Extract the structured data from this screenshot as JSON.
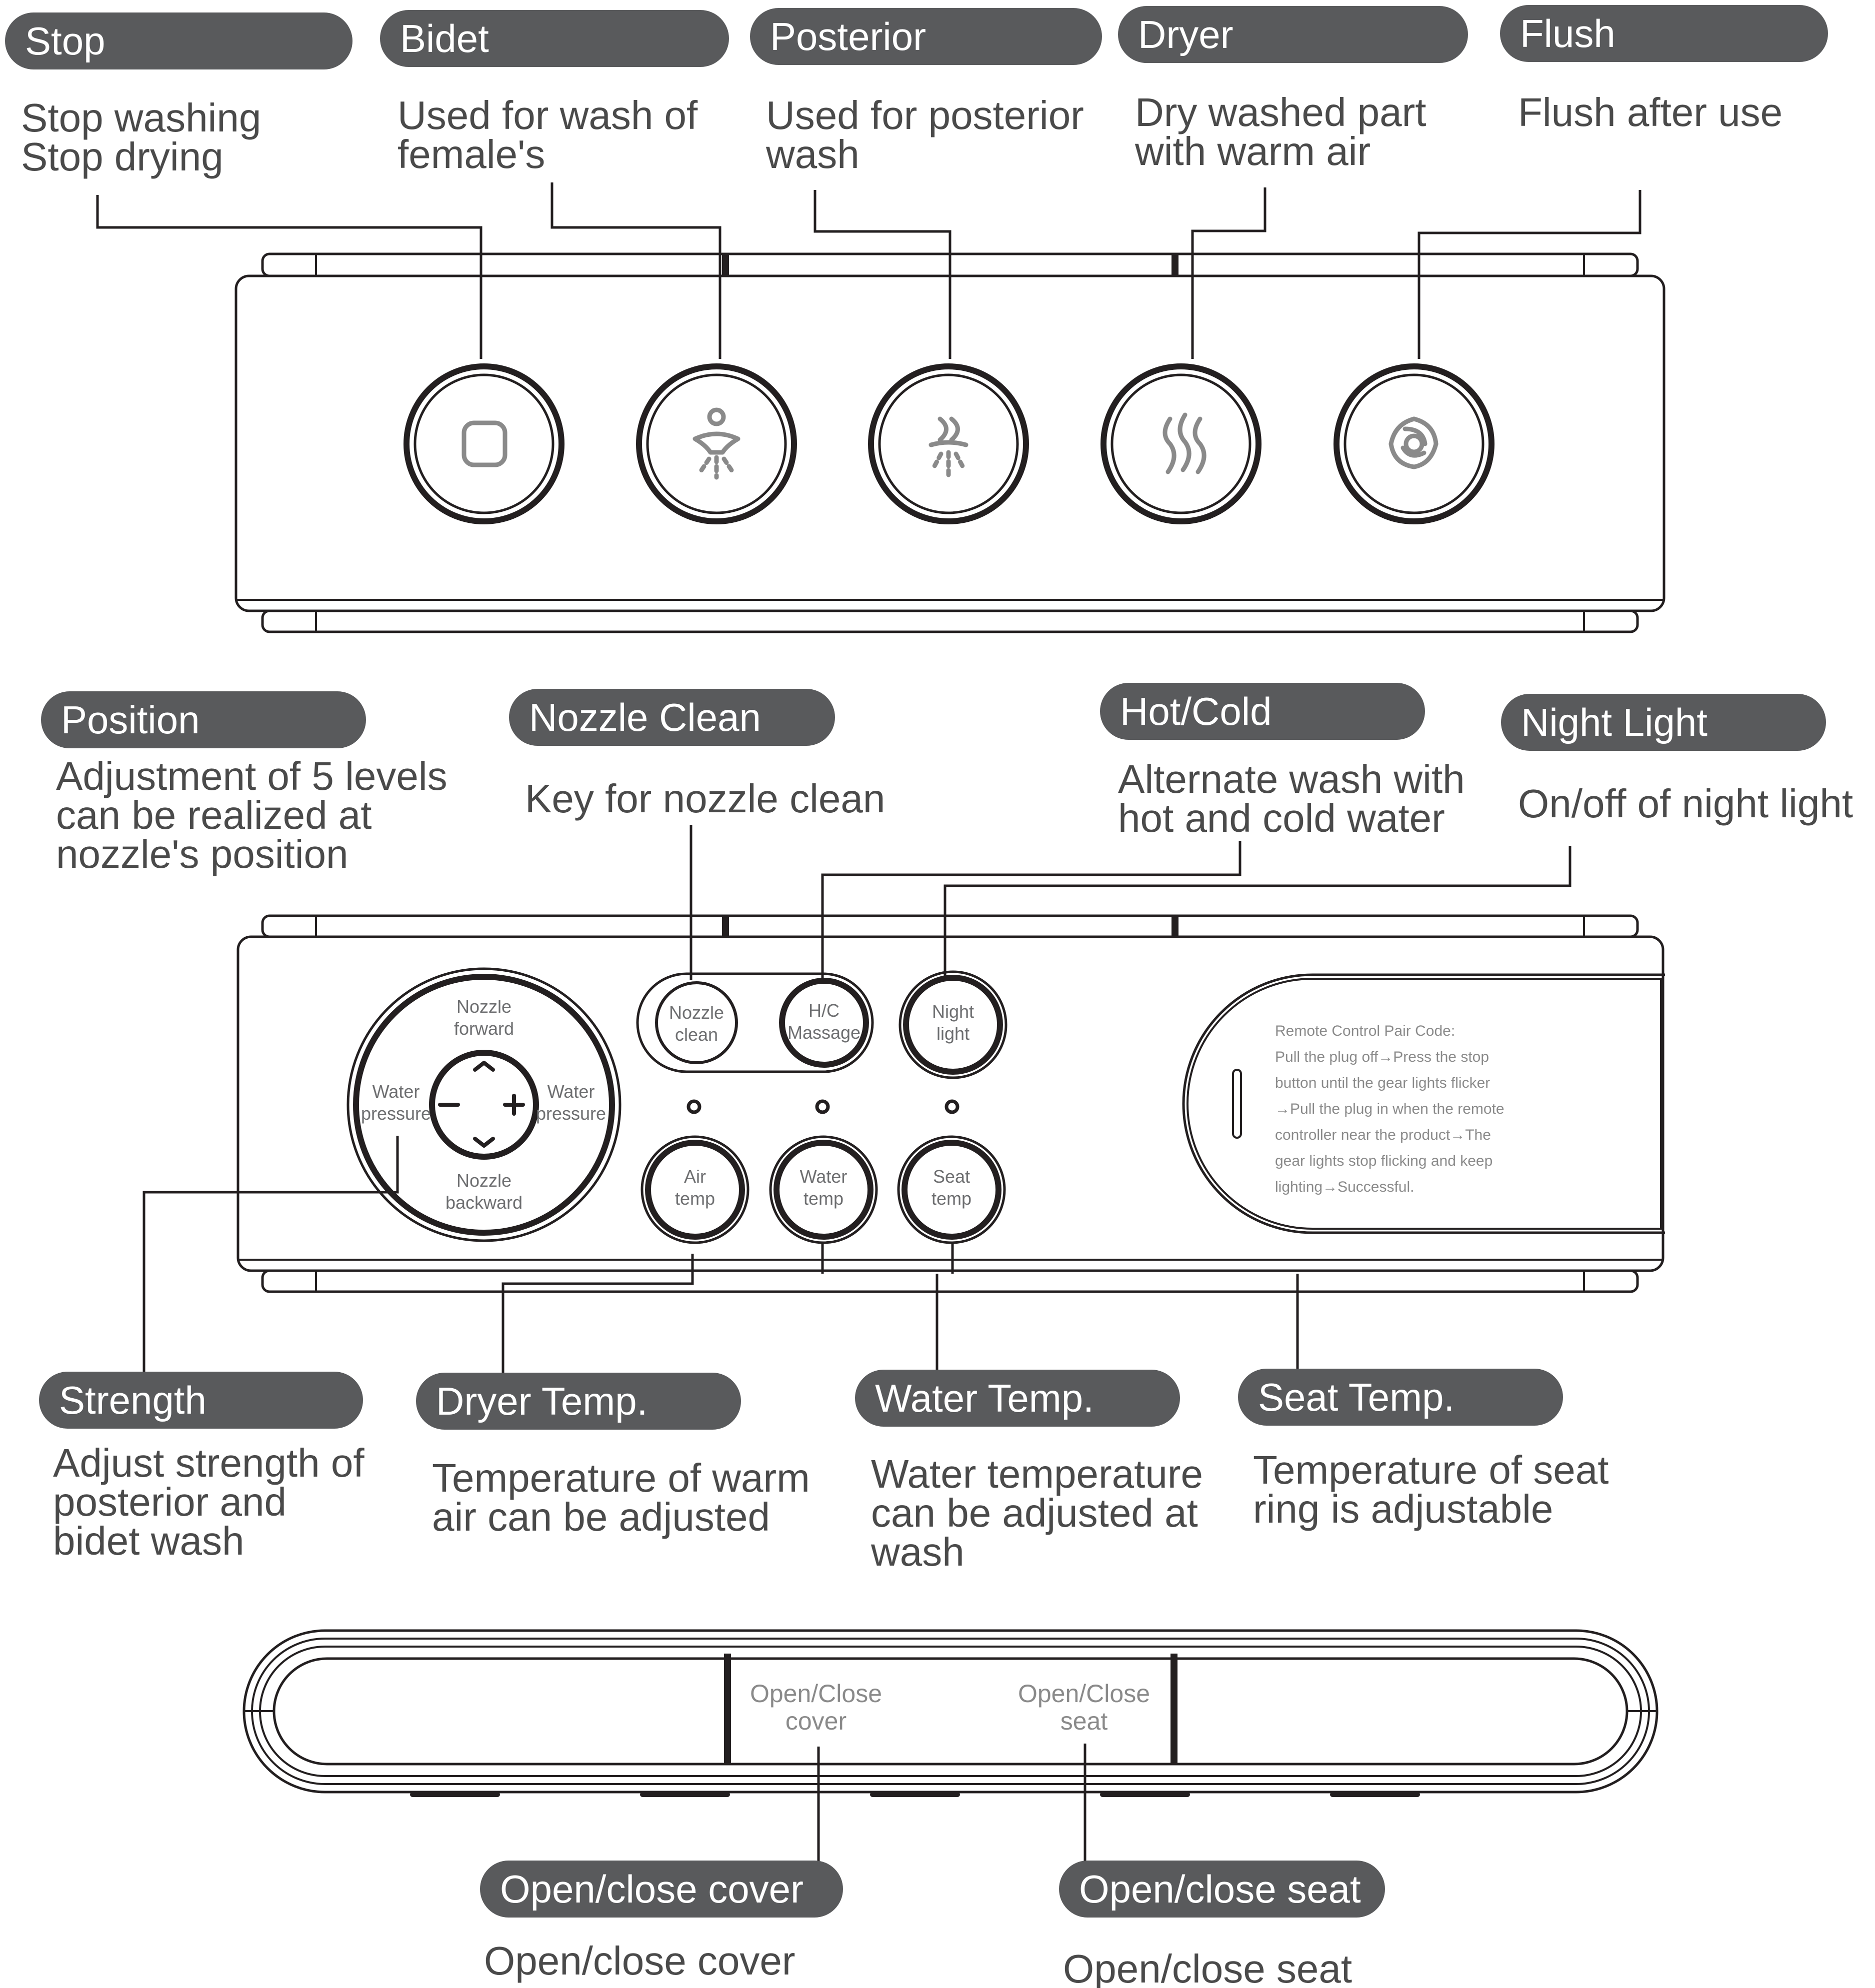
{
  "top_panel": {
    "callouts": [
      {
        "name": "stop",
        "label": "Stop",
        "desc": [
          "Stop washing",
          "Stop drying"
        ],
        "icon": "stop-square-icon"
      },
      {
        "name": "bidet",
        "label": "Bidet",
        "desc": [
          "Used for wash of",
          "female's"
        ],
        "icon": "bidet-spray-icon"
      },
      {
        "name": "posterior",
        "label": "Posterior",
        "desc": [
          "Used for posterior",
          "wash"
        ],
        "icon": "posterior-spray-icon"
      },
      {
        "name": "dryer",
        "label": "Dryer",
        "desc": [
          "Dry washed part",
          "with warm air"
        ],
        "icon": "warm-air-icon"
      },
      {
        "name": "flush",
        "label": "Flush",
        "desc": [
          "Flush after use"
        ],
        "icon": "flush-swirl-icon"
      }
    ]
  },
  "middle_panel": {
    "callouts_top": [
      {
        "name": "position",
        "label": "Position",
        "desc": [
          "Adjustment of 5 levels",
          "can be realized at",
          "nozzle's position"
        ]
      },
      {
        "name": "nozzle-clean",
        "label": "Nozzle Clean",
        "desc": [
          "Key for nozzle clean"
        ]
      },
      {
        "name": "hot-cold",
        "label": "Hot/Cold",
        "desc": [
          "Alternate wash with",
          "hot and cold water"
        ]
      },
      {
        "name": "night-light",
        "label": "Night Light",
        "desc": [
          "On/off of night light"
        ]
      }
    ],
    "callouts_bottom": [
      {
        "name": "strength",
        "label": "Strength",
        "desc": [
          "Adjust strength of",
          "posterior and",
          "bidet wash"
        ]
      },
      {
        "name": "dryer-temp",
        "label": "Dryer Temp.",
        "desc": [
          "Temperature of warm",
          "air can be adjusted"
        ]
      },
      {
        "name": "water-temp",
        "label": "Water Temp.",
        "desc": [
          "Water temperature",
          "can be adjusted at",
          "wash"
        ]
      },
      {
        "name": "seat-temp",
        "label": "Seat Temp.",
        "desc": [
          "Temperature of seat",
          "ring is adjustable"
        ]
      }
    ],
    "dial": {
      "top": [
        "Nozzle",
        "forward"
      ],
      "bottom": [
        "Nozzle",
        "backward"
      ],
      "left": [
        "Water",
        "pressure"
      ],
      "right": [
        "Water",
        "pressure"
      ]
    },
    "buttons": {
      "nozzle_clean": [
        "Nozzle",
        "clean"
      ],
      "hc_massage": [
        "H/C",
        "Massage"
      ],
      "night_light": [
        "Night",
        "light"
      ],
      "air_temp": [
        "Air",
        "temp"
      ],
      "water_temp": [
        "Water",
        "temp"
      ],
      "seat_temp": [
        "Seat",
        "temp"
      ]
    },
    "pair_code_note": [
      "Remote Control Pair Code:",
      "Pull the plug off→Press the stop",
      "button until the gear lights flicker",
      "→Pull the plug in when the remote",
      "controller near the product→The",
      "gear lights stop flicking and keep",
      "lighting→Successful."
    ]
  },
  "bottom_panel": {
    "buttons": {
      "cover": [
        "Open/Close",
        "cover"
      ],
      "seat": [
        "Open/Close",
        "seat"
      ]
    },
    "callouts": [
      {
        "name": "open-close-cover",
        "label": "Open/close cover",
        "desc": [
          "Open/close cover"
        ]
      },
      {
        "name": "open-close-seat",
        "label": "Open/close seat",
        "desc": [
          "Open/close seat"
        ]
      }
    ]
  }
}
